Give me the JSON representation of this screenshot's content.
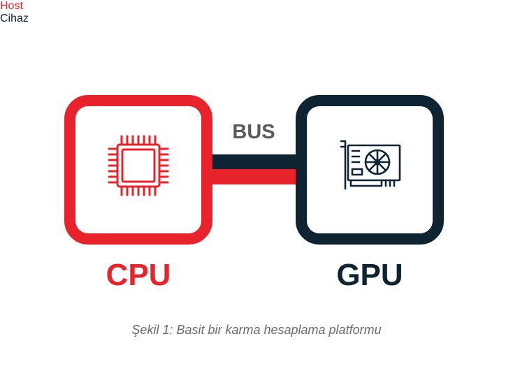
{
  "diagram": {
    "host_label": "Host",
    "device_label": "Cihaz",
    "bus_label": "BUS",
    "cpu_label": "CPU",
    "gpu_label": "GPU",
    "caption": "Şekil 1: Basit bir karma hesaplama platformu"
  },
  "colors": {
    "host_red": "#e8232b",
    "device_navy": "#0e2433",
    "bus_text_gray": "#5a5a5a",
    "caption_gray": "#6b6b6b"
  },
  "icons": {
    "cpu": "cpu-chip-icon",
    "gpu": "graphics-card-icon"
  }
}
